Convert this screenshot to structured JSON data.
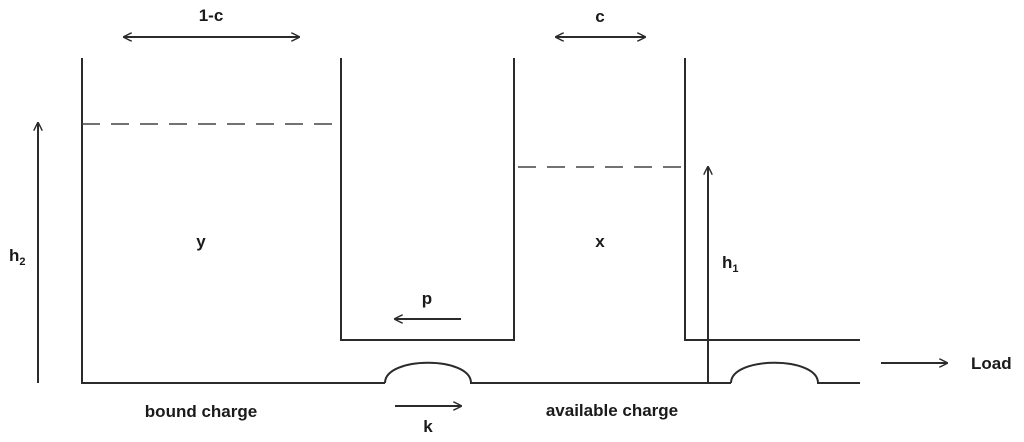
{
  "labels": {
    "width_left": "1-c",
    "width_right": "c",
    "h2": "h",
    "h2_sub": "2",
    "h1": "h",
    "h1_sub": "1",
    "y": "y",
    "x": "x",
    "p": "p",
    "k": "k",
    "load": "Load",
    "bound_charge": "bound charge",
    "available_charge": "available charge"
  }
}
